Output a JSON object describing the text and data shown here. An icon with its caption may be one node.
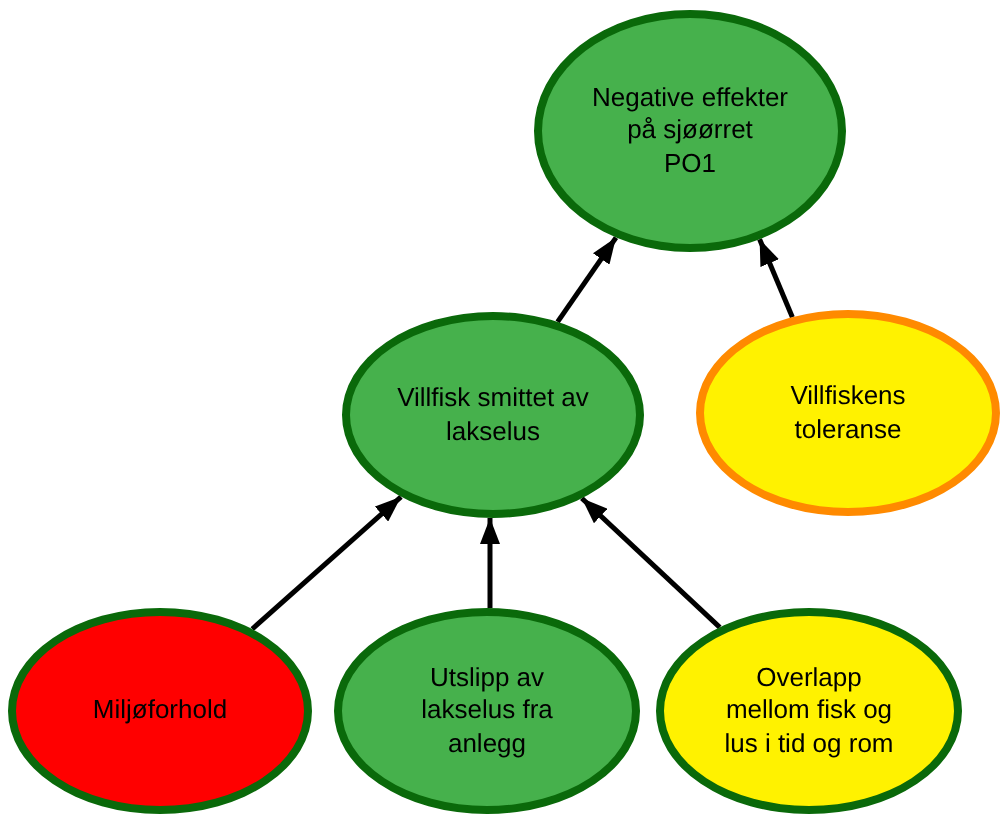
{
  "diagram": {
    "nodes": [
      {
        "text": [
          "Negative effekter på sjøørret",
          "PO1"
        ]
      },
      {
        "text": [
          "Villfisk smittet av lakselus"
        ]
      },
      {
        "text": [
          "Villfiskens toleranse"
        ]
      },
      {
        "text": [
          "Miljøforhold"
        ]
      },
      {
        "text": [
          "Utslipp av lakselus fra anlegg"
        ]
      },
      {
        "text": [
          "Overlapp mellom fisk og lus i tid og rom"
        ]
      }
    ],
    "edges": [
      {
        "from": 1,
        "to": 0,
        "arrow": "to"
      },
      {
        "from": 2,
        "to": 0,
        "arrow": "to"
      },
      {
        "from": 3,
        "to": 1,
        "arrow": "to"
      },
      {
        "from": 4,
        "to": 1,
        "arrow": "to"
      },
      {
        "from": 5,
        "to": 1,
        "arrow": "to"
      }
    ]
  }
}
